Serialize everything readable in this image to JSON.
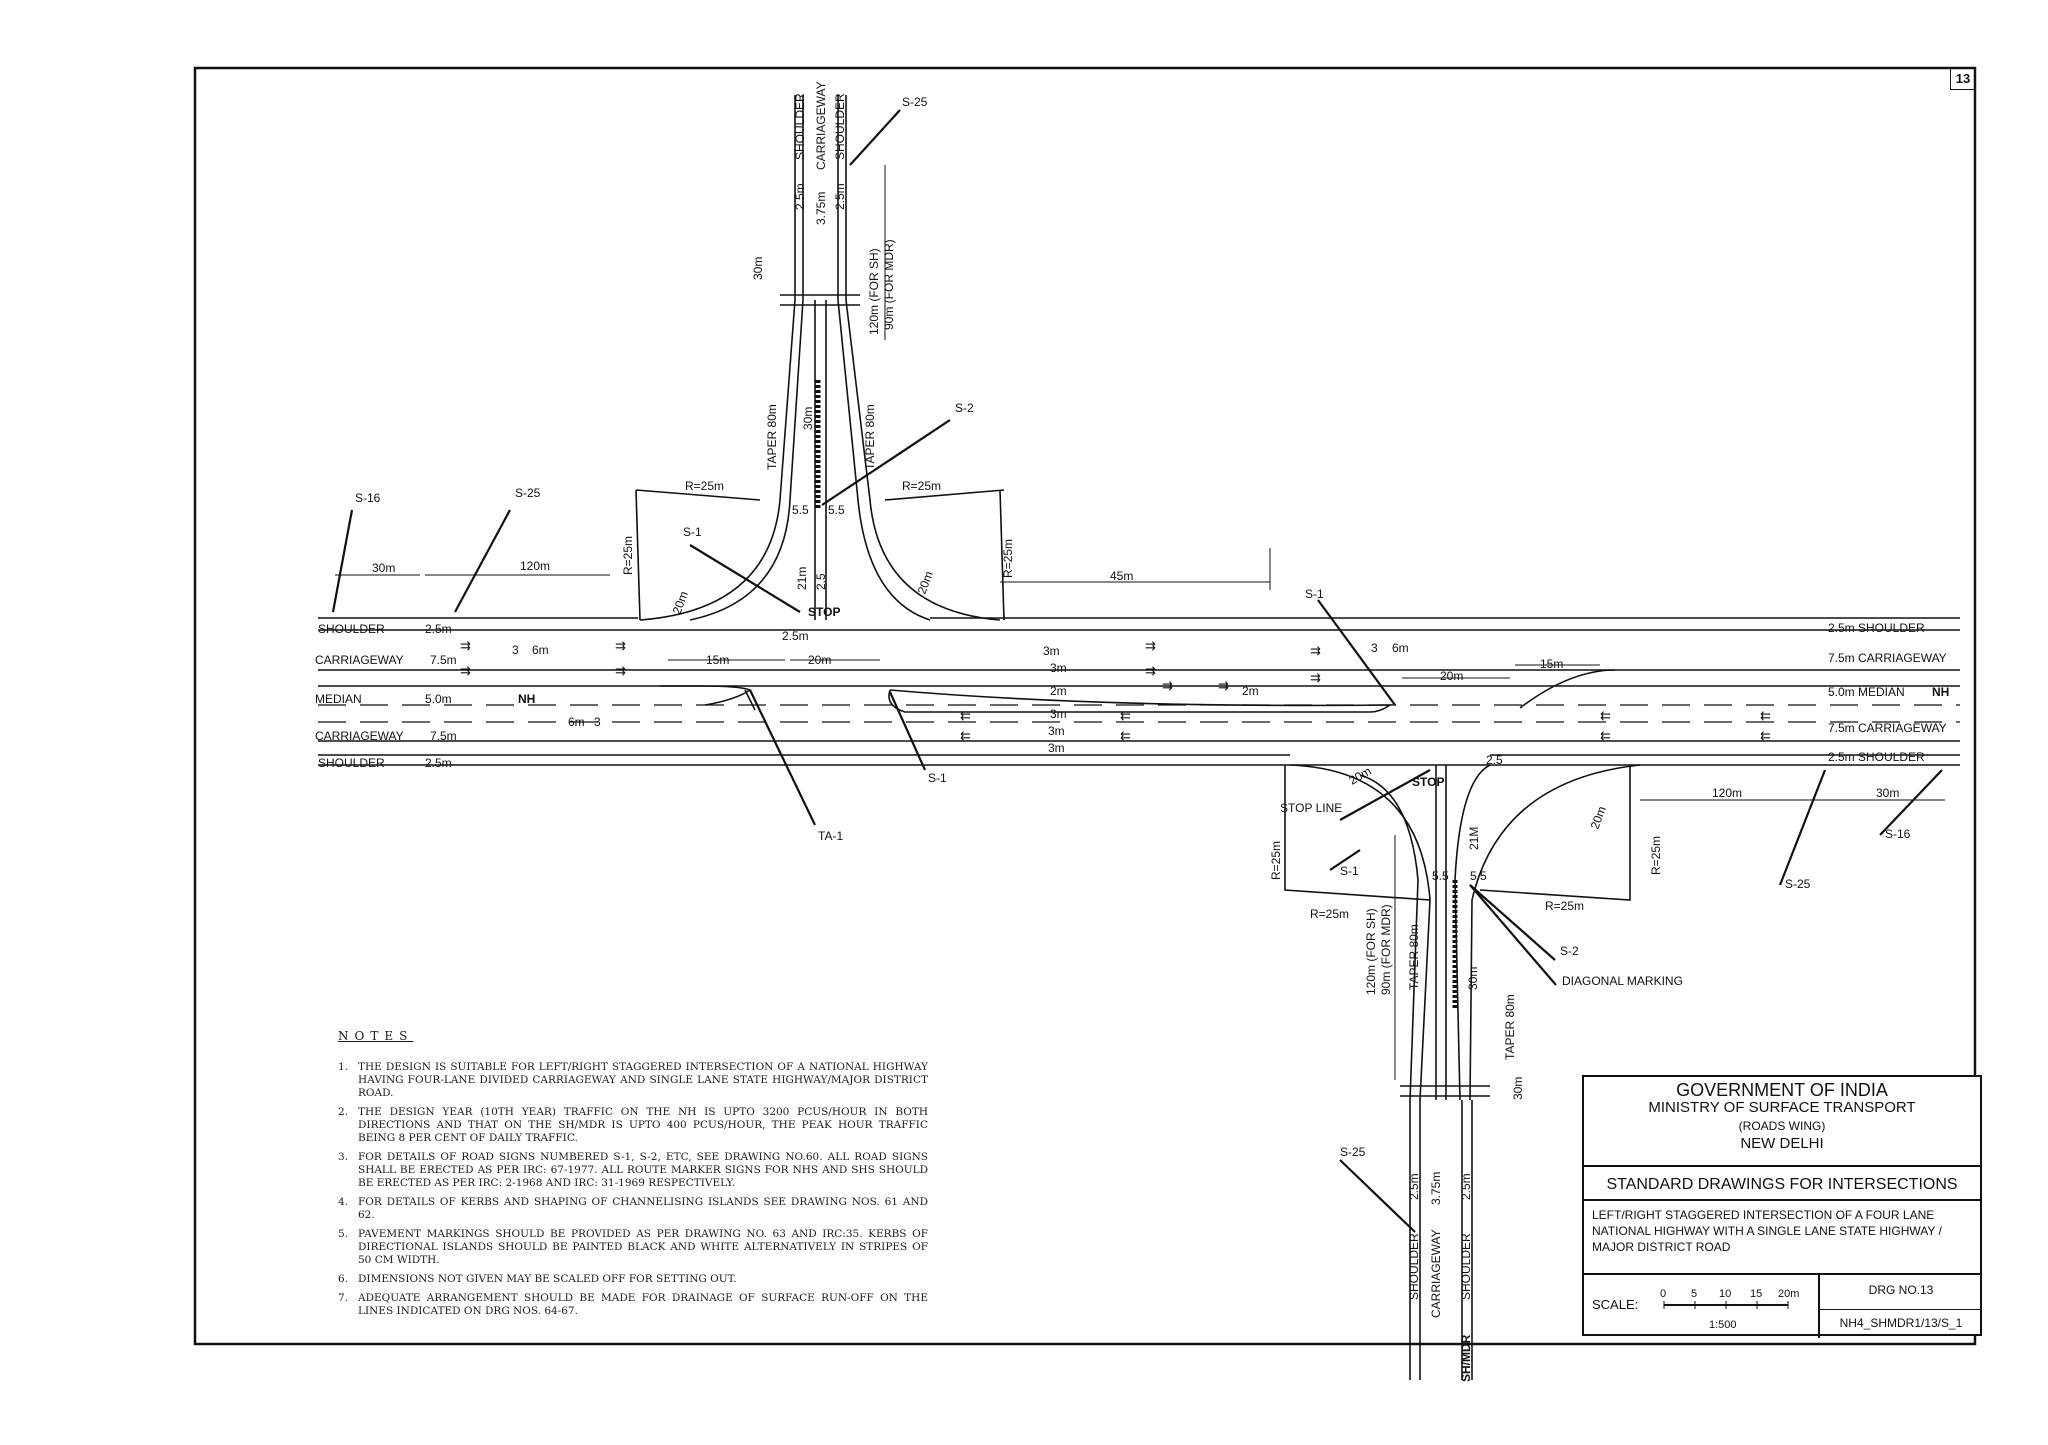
{
  "page_number": "13",
  "notes": {
    "heading": "NOTES",
    "items": [
      {
        "num": "1.",
        "text": "The design is suitable for left/right staggered intersection of a national highway having four-lane divided carriageway and single lane state highway/major district road."
      },
      {
        "num": "2.",
        "text": "The design year (10th year) traffic on the NH is upto 3200 PCUS/hour in both directions and that on the SH/MDR is upto 400 PCUS/hour, the peak hour traffic being 8 per cent of daily traffic."
      },
      {
        "num": "3.",
        "text": "For details of road signs numbered S-1, S-2, etc, see drawing No.60. All road signs shall be erected as per IRC: 67-1977. All route marker signs for NHs and SHs should be erected as per IRC: 2-1968 and IRC: 31-1969 respectively."
      },
      {
        "num": "4.",
        "text": "For details of kerbs and shaping of channelising islands see drawing Nos. 61 and 62."
      },
      {
        "num": "5.",
        "text": "Pavement markings should be provided as per drawing No. 63 and IRC:35. Kerbs of directional islands should be painted black and white alternatively in stripes of 50 cm width."
      },
      {
        "num": "6.",
        "text": "Dimensions not given may be scaled off for setting out."
      },
      {
        "num": "7.",
        "text": "Adequate arrangement should be made for drainage of surface run-off on the lines indicated on DRG Nos. 64-67."
      }
    ]
  },
  "title_block": {
    "government": "GOVERNMENT OF INDIA",
    "ministry": "MINISTRY OF SURFACE TRANSPORT",
    "wing": "(ROADS WING)",
    "city": "NEW DELHI",
    "series": "STANDARD DRAWINGS FOR INTERSECTIONS",
    "title": "LEFT/RIGHT STAGGERED INTERSECTION OF A FOUR LANE NATIONAL HIGHWAY WITH A SINGLE LANE STATE HIGHWAY / MAJOR DISTRICT ROAD",
    "scale_label": "SCALE:",
    "scale_ticks": [
      "0",
      "5",
      "10",
      "15",
      "20m"
    ],
    "scale_ratio": "1:500",
    "drg_no": "DRG NO.13",
    "drg_code": "NH4_SHMDR1/13/S_1"
  },
  "nh_labels": {
    "shoulder_top": "SHOULDER",
    "carriageway_top": "CARRIAGEWAY",
    "median": "MEDIAN",
    "carriageway_bottom": "CARRIAGEWAY",
    "shoulder_bottom": "SHOULDER",
    "w_shoulder_top": "2.5m",
    "w_carriageway_top": "7.5m",
    "w_median": "5.0m",
    "w_carriageway_bottom": "7.5m",
    "w_shoulder_bottom": "2.5m",
    "nh": "NH",
    "r_shoulder_top": "2.5m SHOULDER",
    "r_carriageway_top": "7.5m CARRIAGEWAY",
    "r_median": "5.0m MEDIAN",
    "r_nh": "NH",
    "r_carriageway_bottom": "7.5m CARRIAGEWAY",
    "r_shoulder_bottom": "2.5m SHOULDER"
  },
  "top_junction": {
    "shoulder_l": "SHOULDER",
    "carriageway": "CARRIAGEWAY",
    "shoulder_r": "SHOULDER",
    "w1": "2.5m",
    "w2": "3.75m",
    "w3": "2.5m",
    "d30": "30m",
    "d120": "120m (FOR SH)",
    "d90": "90m (FOR MDR)",
    "taper_l": "TAPER 80m",
    "taper_r": "TAPER 80m",
    "island": "30m",
    "r_l": "R=25m",
    "r_r": "R=25m",
    "r_vl": "R=25m",
    "r_vr": "R=25m",
    "c55a": "5.5",
    "c55b": "5.5",
    "c21": "21m",
    "c25": "2.5",
    "c20a": "20m",
    "c20b": "20m",
    "stop": "STOP",
    "b25": "2.5m",
    "s25": "S-25",
    "s2": "S-2",
    "s16": "S-16",
    "s25b": "S-25",
    "s1": "S-1",
    "d30m": "30m",
    "d120m": "120m",
    "d45": "45m"
  },
  "nh_dims": {
    "l3": "3",
    "l6": "6m",
    "m15": "15m",
    "m20": "20m",
    "b6": "6m",
    "b3": "3",
    "c3a": "3m",
    "c3b": "3m",
    "c2a": "2m",
    "c3c": "3m",
    "c3d": "3m",
    "c3e": "3m",
    "mid2": "2m",
    "r3": "3",
    "r6": "6m",
    "r20": "20m",
    "r15": "15m",
    "s1_top": "S-1",
    "s1_mid": "S-1",
    "ta1": "TA-1"
  },
  "bottom_junction": {
    "stop_line": "STOP LINE",
    "stop": "STOP",
    "c25": "2.5",
    "c21": "21M",
    "c20a": "20m",
    "c20b": "20m",
    "r_vl": "R=25m",
    "r_vr": "R=25m",
    "r_l": "R=25m",
    "r_r": "R=25m",
    "c55a": "5.5",
    "c55b": "5.5",
    "s1": "S-1",
    "s2": "S-2",
    "diag": "DIAGONAL MARKING",
    "taper_l": "TAPER 80m",
    "taper_r": "TAPER 80m",
    "island": "30m",
    "d120": "120m (FOR SH)",
    "d90": "90m (FOR MDR)",
    "d30": "30m",
    "w1": "2.5m",
    "w2": "3.75m",
    "w3": "2.5m",
    "shoulder_l": "SHOULDER",
    "carriageway": "CARRIAGEWAY",
    "shoulder_r": "SHOULDER",
    "sh_mdr": "SH/MDR",
    "s25": "S-25",
    "d120m": "120m",
    "d30m": "30m",
    "s16": "S-16",
    "s25b": "S-25"
  }
}
